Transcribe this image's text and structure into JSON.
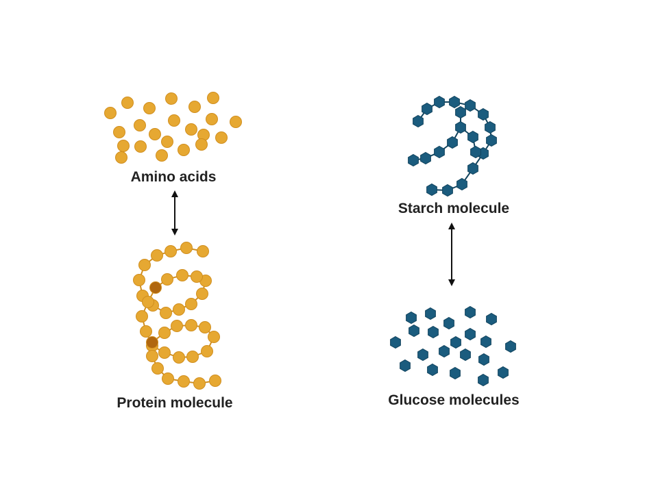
{
  "labels": {
    "amino_acids": "Amino acids",
    "protein_molecule": "Protein molecule",
    "starch_molecule": "Starch molecule",
    "glucose_molecules": "Glucose molecules"
  },
  "colors": {
    "amino_fill": "#E6A832",
    "amino_stroke": "#D08E1E",
    "amino_dark": "#B0670F",
    "glucose_fill": "#1B5C7E",
    "glucose_stroke": "#12445E",
    "arrow": "#111111",
    "text": "#222222"
  },
  "icons": {
    "amino_acid": "orange-circle-icon",
    "glucose": "blue-hexagon-icon",
    "arrow": "double-headed-arrow-icon"
  }
}
